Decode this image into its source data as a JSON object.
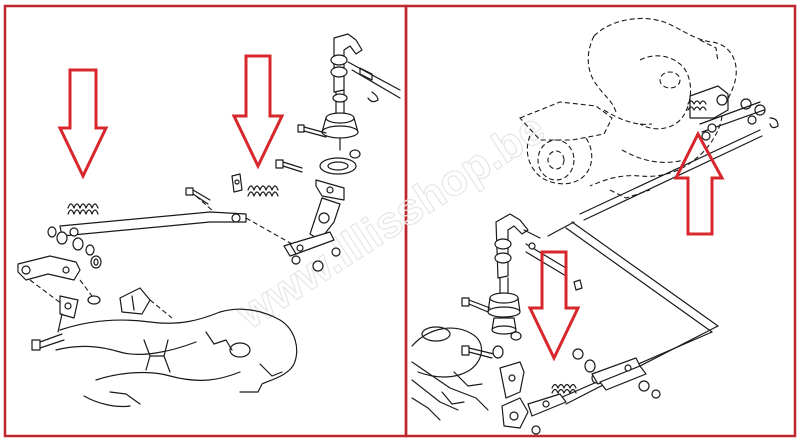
{
  "watermark": "www.lllisshop.be",
  "colors": {
    "frame": "#c0272d",
    "arrow": "#d7262c",
    "line": "#1a1a1a"
  },
  "panels": [
    {
      "id": "left",
      "arrows": 2
    },
    {
      "id": "right",
      "arrows": 2
    }
  ]
}
